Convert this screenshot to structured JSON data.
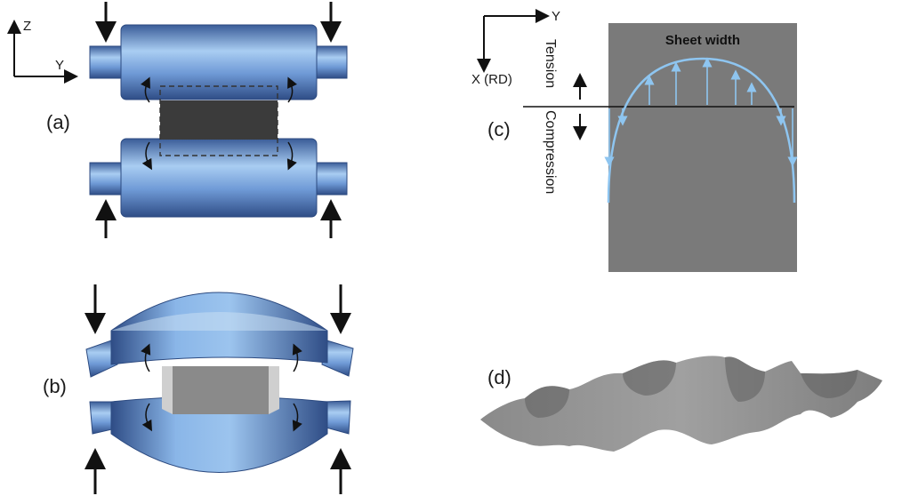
{
  "panels": {
    "a": {
      "label": "(a)"
    },
    "b": {
      "label": "(b)"
    },
    "c": {
      "label": "(c)"
    },
    "d": {
      "label": "(d)"
    }
  },
  "axes_a": {
    "vertical": "Z",
    "horizontal": "Y"
  },
  "axes_c": {
    "horizontal": "Y",
    "vertical": "X (RD)"
  },
  "sheet": {
    "title": "Sheet width"
  },
  "stress": {
    "tension": "Tension",
    "compression": "Compression"
  },
  "colors": {
    "roll_light": "#a9cdf2",
    "roll_mid": "#6f9ad6",
    "roll_dark": "#2f4d86",
    "sheet_dark": "#3b3b3b",
    "sheet_grey": "#7a7a7a",
    "stress_curve": "#8ec5f0"
  }
}
